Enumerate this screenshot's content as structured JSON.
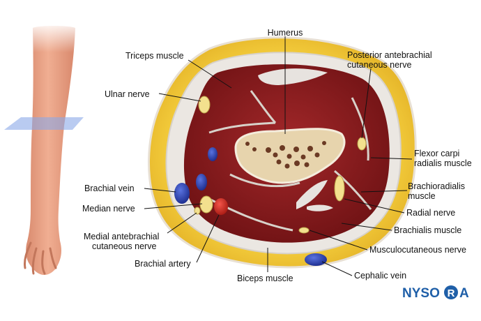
{
  "labels": {
    "humerus": "Humerus",
    "triceps": "Triceps muscle",
    "ulnar_nerve": "Ulnar nerve",
    "post_antebrachial_1": "Posterior antebrachial",
    "post_antebrachial_2": "cutaneous nerve",
    "flexor_carpi_1": "Flexor carpi",
    "flexor_carpi_2": "radialis muscle",
    "brachial_vein": "Brachial vein",
    "median_nerve": "Median nerve",
    "medial_antebrachial_1": "Medial antebrachial",
    "medial_antebrachial_2": "cutaneous nerve",
    "brachial_artery": "Brachial artery",
    "brachioradialis_1": "Brachioradialis",
    "brachioradialis_2": "muscle",
    "radial_nerve": "Radial nerve",
    "brachialis": "Brachialis muscle",
    "musculocutaneous": "Musculocutaneous nerve",
    "cephalic_vein": "Cephalic vein",
    "biceps": "Biceps muscle"
  },
  "logo": {
    "prefix": "NYSO",
    "circle_letter": "R",
    "suffix": "A",
    "color": "#1f5fa8"
  },
  "colors": {
    "fat": "#f1c93a",
    "muscle": "#8e1c1e",
    "bone": "#e6d3ac",
    "vein": "#2a3fa8",
    "artery": "#d1281e",
    "skin": "#eba488",
    "fascia": "#e9e6e2"
  }
}
